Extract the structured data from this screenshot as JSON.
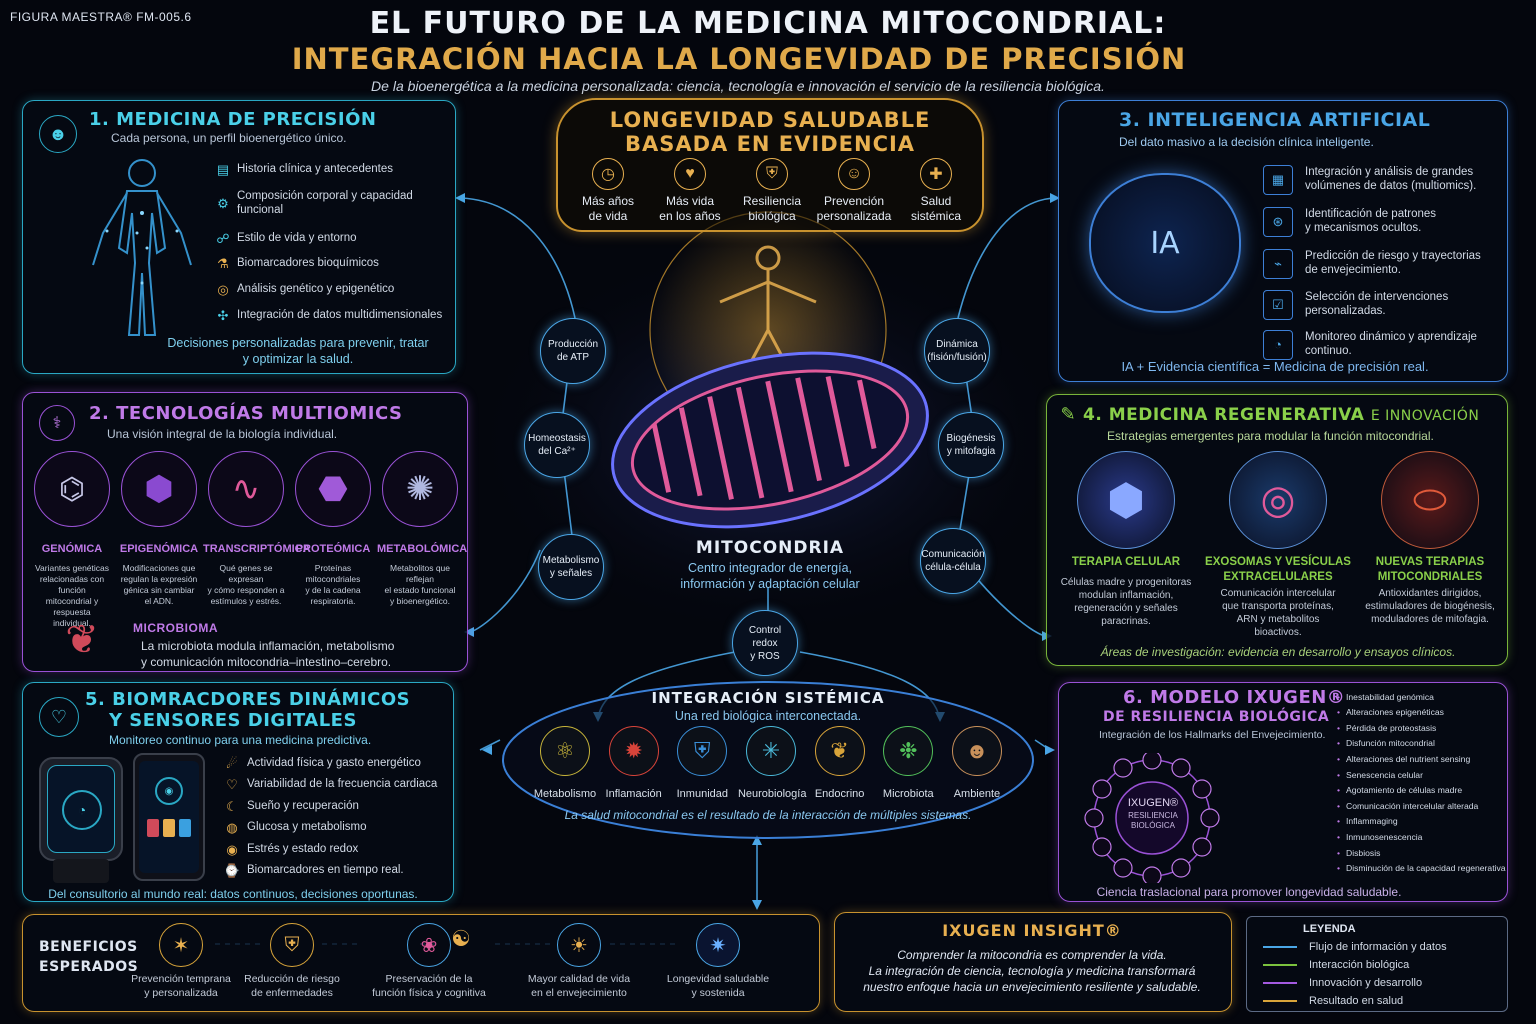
{
  "header": {
    "tag": "FIGURA MAESTRA® FM-005.6",
    "title1": "EL FUTURO DE LA MEDICINA MITOCONDRIAL:",
    "title2": "INTEGRACIÓN HACIA LA LONGEVIDAD DE PRECISIÓN",
    "subtitle": "De la bioenergética a la medicina personalizada: ciencia, tecnología e innovación el servicio de la resiliencia biológica."
  },
  "longevity": {
    "title1": "LONGEVIDAD SALUDABLE",
    "title2": "BASADA EN EVIDENCIA",
    "items": [
      {
        "icon": "clock-icon",
        "glyph": "◷",
        "l1": "Más años",
        "l2": "de vida"
      },
      {
        "icon": "person-heart-icon",
        "glyph": "♥",
        "l1": "Más vida",
        "l2": "en los años"
      },
      {
        "icon": "shield-icon",
        "glyph": "⛨",
        "l1": "Resiliencia",
        "l2": "biológica"
      },
      {
        "icon": "person-icon",
        "glyph": "☺",
        "l1": "Prevención",
        "l2": "personalizada"
      },
      {
        "icon": "body-icon",
        "glyph": "✚",
        "l1": "Salud",
        "l2": "sistémica"
      }
    ]
  },
  "p1": {
    "title": "1. MEDICINA DE PRECISIÓN",
    "subtitle": "Cada persona, un perfil bioenergético único.",
    "items": [
      {
        "icon": "clipboard-icon",
        "glyph": "▤",
        "text": "Historia clínica y antecedentes"
      },
      {
        "icon": "network-icon",
        "glyph": "⚙",
        "text": "Composición corporal y capacidad funcional"
      },
      {
        "icon": "family-icon",
        "glyph": "☍",
        "text": "Estilo de vida y entorno"
      },
      {
        "icon": "flask-icon",
        "glyph": "⚗",
        "text": "Biomarcadores bioquímicos"
      },
      {
        "icon": "dna-icon",
        "glyph": "◎",
        "text": "Análisis genético y epigenético"
      },
      {
        "icon": "integration-icon",
        "glyph": "✣",
        "text": "Integración de datos multidimensionales"
      }
    ],
    "footer1": "Decisiones personalizadas para prevenir, tratar",
    "footer2": "y optimizar la salud."
  },
  "p2": {
    "title": "2. TECNOLOGÍAS MULTIOMICS",
    "subtitle": "Una visión integral de la biología individual.",
    "omics": [
      {
        "icon": "dna-helix-icon",
        "glyph": "🧬",
        "name": "GENÓMICA",
        "d1": "Variantes genéticas",
        "d2": "relacionadas con función",
        "d3": "mitocondrial y respuesta",
        "d4": "individual."
      },
      {
        "icon": "molecule-cluster-icon",
        "glyph": "⬢",
        "name": "EPIGENÓMICA",
        "d1": "Modificaciones que",
        "d2": "regulan la expresión",
        "d3": "génica sin cambiar",
        "d4": "el ADN."
      },
      {
        "icon": "rna-icon",
        "glyph": "∿",
        "name": "TRANSCRIPTÓMICA",
        "d1": "Qué genes se expresan",
        "d2": "y cómo responden a",
        "d3": "estímulos y estrés.",
        "d4": ""
      },
      {
        "icon": "protein-icon",
        "glyph": "⬣",
        "name": "PROTEÓMICA",
        "d1": "Proteínas mitocondriales",
        "d2": "y de la cadena",
        "d3": "respiratoria.",
        "d4": ""
      },
      {
        "icon": "metabolite-icon",
        "glyph": "✺",
        "name": "METABOLÓMICA",
        "d1": "Metabolitos que reflejan",
        "d2": "el estado funcional",
        "d3": "y bioenergético.",
        "d4": ""
      }
    ],
    "microbioma": {
      "title": "MICROBIOMA",
      "l1": "La microbiota modula inflamación, metabolismo",
      "l2": "y comunicación mitocondria–intestino–cerebro."
    }
  },
  "p3": {
    "title": "3. INTELIGENCIA ARTIFICIAL",
    "subtitle": "Del dato masivo a la decisión clínica inteligente.",
    "brain_label": "IA",
    "items": [
      {
        "icon": "data-grid-icon",
        "glyph": "▦",
        "l1": "Integración y análisis de grandes",
        "l2": "volúmenes de datos (multiomics)."
      },
      {
        "icon": "pattern-icon",
        "glyph": "⊛",
        "l1": "Identificación de patrones",
        "l2": "y mecanismos ocultos."
      },
      {
        "icon": "trend-icon",
        "glyph": "⌁",
        "l1": "Predicción de riesgo y trayectorias",
        "l2": "de envejecimiento."
      },
      {
        "icon": "checklist-icon",
        "glyph": "☑",
        "l1": "Selección de intervenciones",
        "l2": "personalizadas."
      },
      {
        "icon": "gauge-icon",
        "glyph": "◔",
        "l1": "Monitoreo dinámico y aprendizaje",
        "l2": "continuo."
      }
    ],
    "footer": "IA + Evidencia científica = Medicina de precisión real."
  },
  "p4": {
    "title": "4. MEDICINA REGENERATIVA",
    "title_b": "E INNOVACIÓN",
    "subtitle": "Estrategias emergentes para modular la función mitocondrial.",
    "cols": [
      {
        "icon": "cell-cluster-icon",
        "name1": "TERAPIA CELULAR",
        "name2": "",
        "d1": "Células madre y progenitoras",
        "d2": "modulan inflamación,",
        "d3": "regeneración y señales",
        "d4": "paracrinas."
      },
      {
        "icon": "exosome-icon",
        "name1": "EXOSOMAS Y VESÍCULAS",
        "name2": "EXTRACELULARES",
        "d1": "Comunicación intercelular",
        "d2": "que transporta proteínas,",
        "d3": "ARN y metabolitos",
        "d4": "bioactivos."
      },
      {
        "icon": "mitochondrion-icon",
        "name1": "NUEVAS TERAPIAS",
        "name2": "MITOCONDRIALES",
        "d1": "Antioxidantes dirigidos,",
        "d2": "estimuladores de biogénesis,",
        "d3": "moduladores de mitofagia.",
        "d4": ""
      }
    ],
    "footer": "Áreas de investigación: evidencia en desarrollo y ensayos clínicos."
  },
  "p5": {
    "title1": "5. BIOMRACDORES DINÁMICOS",
    "title2": "Y SENSORES DIGITALES",
    "subtitle": "Monitoreo continuo para una medicina predictiva.",
    "items": [
      {
        "icon": "activity-icon",
        "glyph": "☄",
        "text": "Actividad física y gasto energético"
      },
      {
        "icon": "heartbeat-icon",
        "glyph": "♡",
        "text": "Variabilidad de la frecuencia cardiaca"
      },
      {
        "icon": "moon-icon",
        "glyph": "☾",
        "text": "Sueño y recuperación"
      },
      {
        "icon": "drop-icon",
        "glyph": "◍",
        "text": "Glucosa y metabolismo"
      },
      {
        "icon": "stress-icon",
        "glyph": "◉",
        "text": "Estrés y estado redox"
      },
      {
        "icon": "realtime-icon",
        "glyph": "⌚",
        "text": "Biomarcadores en tiempo real."
      }
    ],
    "footer": "Del consultorio al mundo real: datos continuos, decisiones oportunas."
  },
  "p6": {
    "title": "6. MODELO IXUGEN®",
    "title2": "DE RESILIENCIA BIOLÓGICA",
    "subtitle": "Integración de los Hallmarks del Envejecimiento.",
    "center1": "IXUGEN®",
    "center2": "RESILIENCIA",
    "center3": "BIOLÓGICA",
    "hallmarks": [
      "Inestabilidad genómica",
      "Alteraciones epigenéticas",
      "Pérdida de proteostasis",
      "Disfunción mitocondrial",
      "Alteraciones del nutrient sensing",
      "Senescencia celular",
      "Agotamiento de células madre",
      "Comunicación intercelular alterada",
      "Inflammaging",
      "Inmunosenescencia",
      "Disbiosis",
      "Disminución de la capacidad regenerativa"
    ],
    "footer": "Ciencia traslacional para promover longevidad saludable."
  },
  "center": {
    "title": "MITOCONDRIA",
    "l1": "Centro integrador de energía,",
    "l2": "información y adaptación celular",
    "nodes": [
      {
        "n": "atp",
        "l1": "Producción",
        "l2": "de ATP"
      },
      {
        "n": "calcium",
        "l1": "Homeostasis",
        "l2": "del Ca²⁺"
      },
      {
        "n": "metabolism",
        "l1": "Metabolismo",
        "l2": "y señales"
      },
      {
        "n": "dynamics",
        "l1": "Dinámica",
        "l2": "(fisión/fusión)"
      },
      {
        "n": "biogenesis",
        "l1": "Biogénesis",
        "l2": "y mitofagia"
      },
      {
        "n": "communication",
        "l1": "Comunicación",
        "l2": "célula-célula"
      },
      {
        "n": "redox",
        "l1": "Control redox",
        "l2": "y ROS"
      }
    ]
  },
  "systemic": {
    "title": "INTEGRACIÓN SISTÉMICA",
    "subtitle": "Una red biológica interconectada.",
    "items": [
      {
        "icon": "molecule-icon",
        "glyph": "⚛",
        "name": "Metabolismo",
        "color": "#c7b43a"
      },
      {
        "icon": "inflammation-icon",
        "glyph": "✹",
        "name": "Inflamación",
        "color": "#d8443a"
      },
      {
        "icon": "immune-icon",
        "glyph": "⛨",
        "name": "Inmunidad",
        "color": "#3a8fd8"
      },
      {
        "icon": "neuron-icon",
        "glyph": "✳",
        "name": "Neurobiología",
        "color": "#4ab8d8"
      },
      {
        "icon": "endocrine-icon",
        "glyph": "❦",
        "name": "Endocrino",
        "color": "#d8a43a"
      },
      {
        "icon": "microbiota-icon",
        "glyph": "❉",
        "name": "Microbiota",
        "color": "#52c05a"
      },
      {
        "icon": "human-icon",
        "glyph": "☻",
        "name": "Ambiente",
        "color": "#c8905a"
      }
    ],
    "footer": "La salud mitocondrial es el resultado de la interacción de múltiples sistemas."
  },
  "benefits": {
    "title1": "BENEFICIOS",
    "title2": "ESPERADOS",
    "items": [
      {
        "icon": "person-star-icon",
        "glyph": "✶",
        "l1": "Prevención temprana",
        "l2": "y personalizada"
      },
      {
        "icon": "people-shield-icon",
        "glyph": "⛨",
        "l1": "Reducción de riesgo",
        "l2": "de enfermedades"
      },
      {
        "icon": "brain-icon",
        "glyph": "❀",
        "l1": "Preservación de la",
        "l2": "función física y cognitiva"
      },
      {
        "icon": "meditation-icon",
        "glyph": "☯",
        "l1": "",
        "l2": ""
      },
      {
        "icon": "runner-icon",
        "glyph": "☀",
        "l1": "Mayor calidad de vida",
        "l2": "en el envejecimiento"
      },
      {
        "icon": "star-burst-icon",
        "glyph": "✷",
        "l1": "Longevidad saludable",
        "l2": "y sostenida"
      }
    ]
  },
  "insight": {
    "title": "IXUGEN INSIGHT®",
    "l1": "Comprender la mitocondria es comprender la vida.",
    "l2": "La integración de ciencia, tecnología y medicina transformará",
    "l3": "nuestro enfoque hacia un envejecimiento resiliente y saludable."
  },
  "legend": {
    "title": "LEYENDA",
    "items": [
      {
        "text": "Flujo de información y datos",
        "color": "#4aa6e6"
      },
      {
        "text": "Interacción biológica",
        "color": "#7cc23e"
      },
      {
        "text": "Innovación y desarrollo",
        "color": "#a45ae0"
      },
      {
        "text": "Resultado en salud",
        "color": "#d8a43a"
      }
    ]
  }
}
